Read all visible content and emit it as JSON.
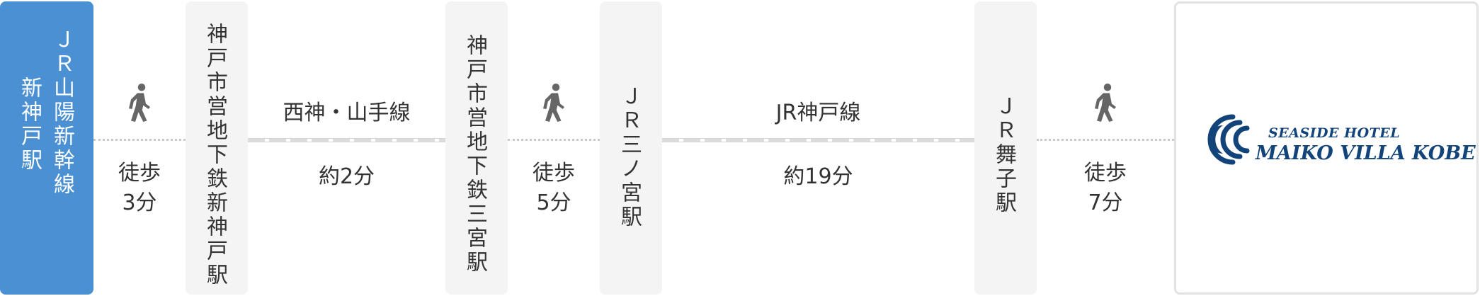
{
  "route": {
    "start_station": {
      "line": "ＪＲ山陽新幹線",
      "station": "新神戸駅",
      "color": "#4a90d2"
    },
    "walk1": {
      "label": "徒歩",
      "minutes": "3分",
      "icon": "walking-person-icon"
    },
    "station2": {
      "line": "神戸市営地下鉄",
      "station": "新神戸駅"
    },
    "subway_ride": {
      "line": "西神・山手線",
      "time": "約2分"
    },
    "station3": {
      "line": "神戸市営地下鉄",
      "station": "三宮駅"
    },
    "walk2": {
      "label": "徒歩",
      "minutes": "5分",
      "icon": "walking-person-icon"
    },
    "station4": {
      "name": "ＪＲ三ノ宮駅"
    },
    "jr_ride": {
      "line": "JR神戸線",
      "time": "約19分"
    },
    "station5": {
      "name": "ＪＲ舞子駅"
    },
    "walk3": {
      "label": "徒歩",
      "minutes": "7分",
      "icon": "walking-person-icon"
    },
    "destination": {
      "logo_subtitle": "SEASIDE HOTEL",
      "logo_title": "MAIKO VILLA KOBE",
      "color": "#12447a"
    }
  }
}
